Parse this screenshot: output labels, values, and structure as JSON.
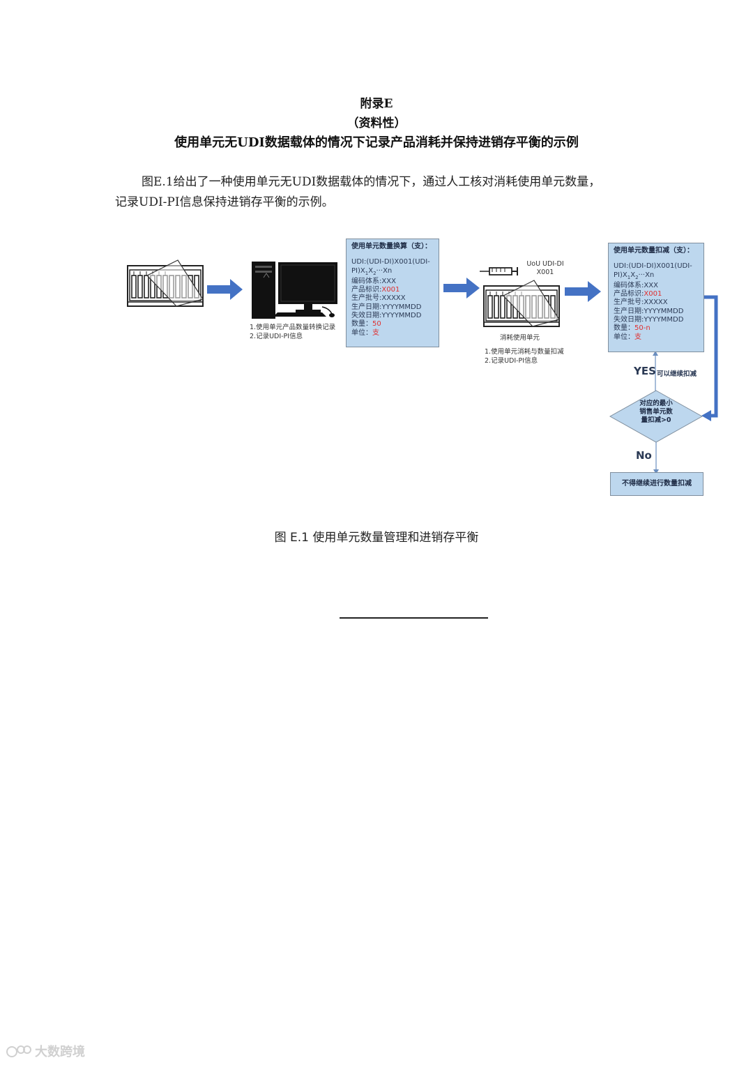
{
  "header": {
    "appendix": "附录E",
    "nature": "（资料性）",
    "title": "使用单元无UDI数据载体的情况下记录产品消耗并保持进销存平衡的示例"
  },
  "body": {
    "line1": "图E.1给出了一种使用单元无UDI数据载体的情况下，通过人工核对消耗使用单元数量，",
    "line2": "记录UDI-PI信息保持进销存平衡的示例。"
  },
  "figure": {
    "step1_caption": [
      "1.使用单元产品数量转换记录",
      "2.记录UDI-PI信息"
    ],
    "box1": {
      "header": "使用单元数量换算（支）：",
      "udi_a": "UDI:(UDI-DI)X001(UDI-",
      "udi_b_pre": "PI)X",
      "udi_sub1": "1",
      "udi_b_mid": "X",
      "udi_sub2": "2",
      "udi_b_post": "···Xn",
      "coding_system": "编码体系:XXX",
      "product_id_label": "产品标识:",
      "product_id_value": "X001",
      "lot": "生产批号:XXXXX",
      "mfg_date": "生产日期:YYYYMMDD",
      "exp_date": "失效日期:YYYYMMDD",
      "qty_label": "数量：",
      "qty_value": "50",
      "unit_label": "单位：",
      "unit_value": "支"
    },
    "uou_label": [
      "UoU UDI-DI",
      "X001"
    ],
    "consume_caption": "消耗使用单元",
    "step2_caption": [
      "1.使用单元消耗与数量扣减",
      "2.记录UDI-PI信息"
    ],
    "box2": {
      "header": "使用单元数量扣减（支）：",
      "udi_a": "UDI:(UDI-DI)X001(UDI-",
      "udi_b_pre": "PI)X",
      "udi_sub1": "1",
      "udi_b_mid": "X",
      "udi_sub2": "2",
      "udi_b_post": "···Xn",
      "coding_system": "编码体系:XXX",
      "product_id_label": "产品标识:",
      "product_id_value": "X001",
      "lot": "生产批号:XXXXX",
      "mfg_date": "生产日期:YYYYMMDD",
      "exp_date": "失效日期:YYYYMMDD",
      "qty_label": "数量：",
      "qty_value": "50-n",
      "unit_label": "单位：",
      "unit_value": "支"
    },
    "yes_label": "YES",
    "yes_note": "可以继续扣减",
    "decision": [
      "对应的最小",
      "销售单元数",
      "量扣减>0"
    ],
    "no_label": "No",
    "stop_box": "不得继续进行数量扣减",
    "caption": "图 E.1  使用单元数量管理和进销存平衡"
  },
  "watermark": "大数跨境",
  "colors": {
    "box_fill": "#bdd7ee",
    "arrow": "#4472c4",
    "highlight": "#e03030"
  }
}
